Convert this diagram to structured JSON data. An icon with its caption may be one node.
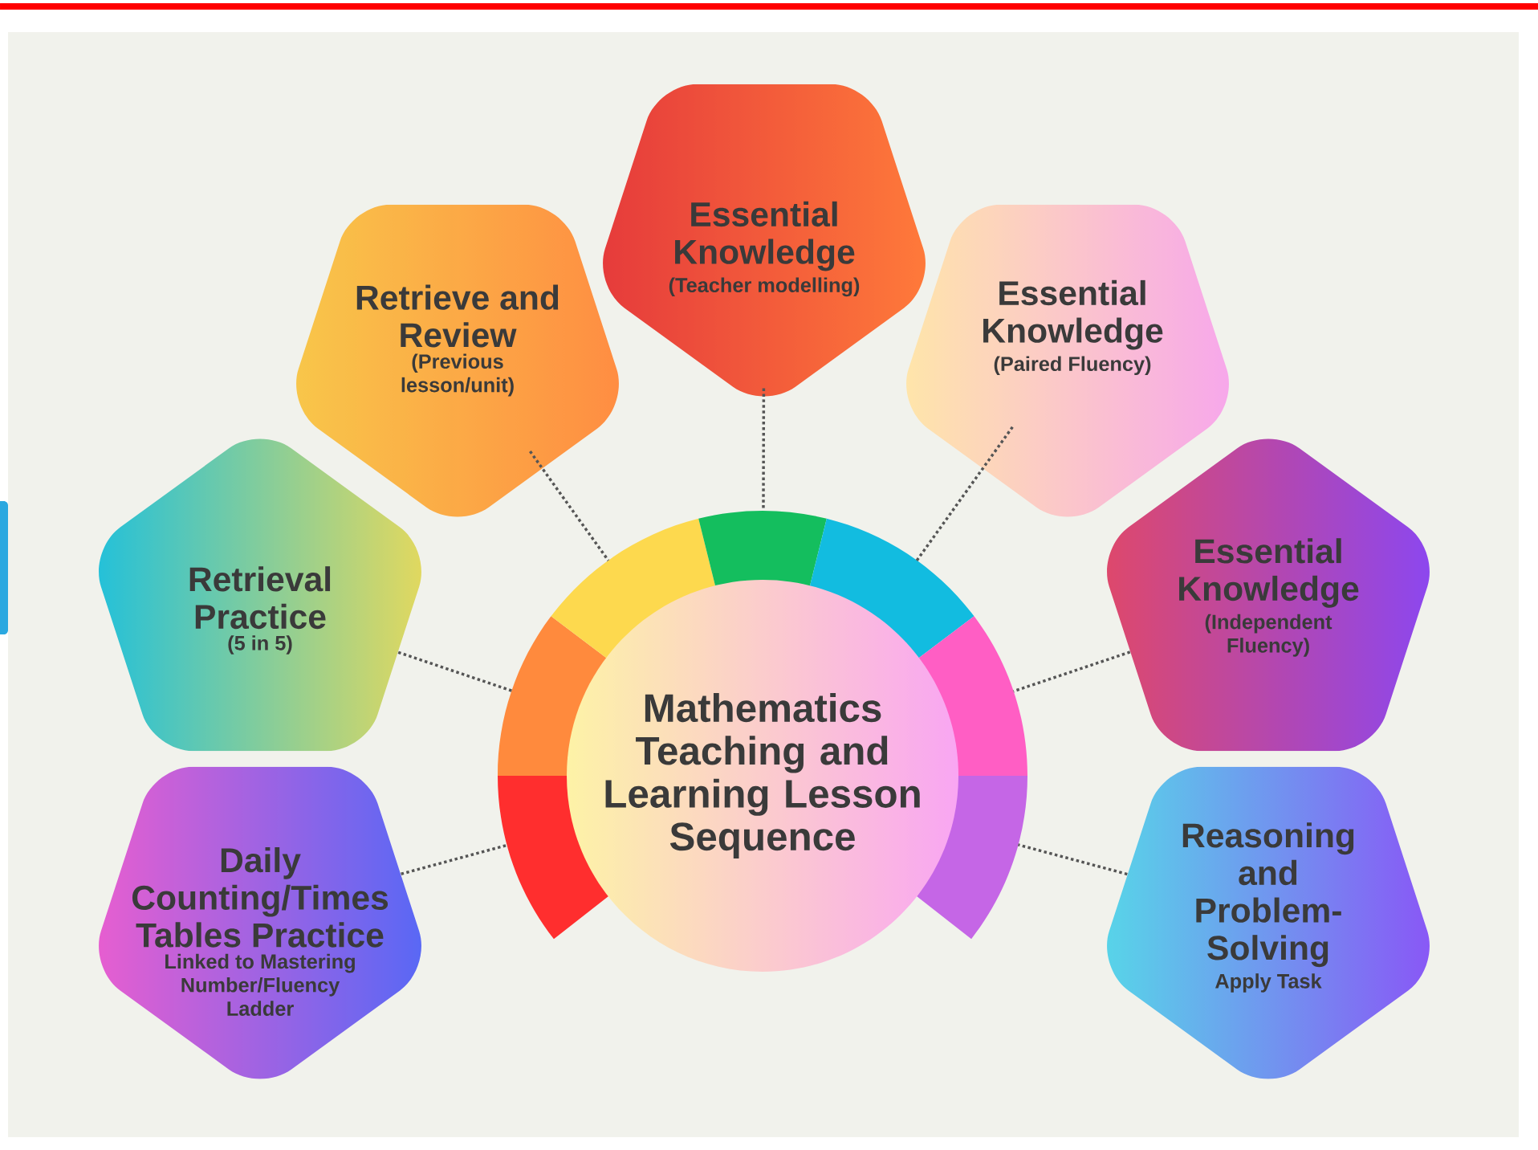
{
  "diagram": {
    "nodes": [
      {
        "text": [
          "Essential Knowledge",
          "(Teacher modelling)"
        ]
      },
      {
        "text": [
          "Retrieve and Review",
          "(Previous lesson/unit)"
        ]
      },
      {
        "text": [
          "Essential Knowledge",
          "(Paired Fluency)"
        ]
      },
      {
        "text": [
          "Retrieval Practice",
          "(5 in 5)"
        ]
      },
      {
        "text": [
          "Essential Knowledge",
          "(Independent Fluency)"
        ]
      },
      {
        "text": [
          "Mathematics Teaching and Learning Lesson Sequence"
        ]
      },
      {
        "text": [
          "Daily Counting/Times Tables Practice",
          "Linked to Mastering Number/Fluency Ladder"
        ]
      },
      {
        "text": [
          "Reasoning and Problem-Solving",
          "Apply Task"
        ]
      }
    ],
    "edges": [
      {
        "from": 0,
        "to": 5,
        "arrow": "none"
      },
      {
        "from": 1,
        "to": 5,
        "arrow": "none"
      },
      {
        "from": 2,
        "to": 5,
        "arrow": "none"
      },
      {
        "from": 3,
        "to": 5,
        "arrow": "none"
      },
      {
        "from": 4,
        "to": 5,
        "arrow": "none"
      },
      {
        "from": 6,
        "to": 5,
        "arrow": "none"
      },
      {
        "from": 7,
        "to": 5,
        "arrow": "none"
      }
    ]
  }
}
